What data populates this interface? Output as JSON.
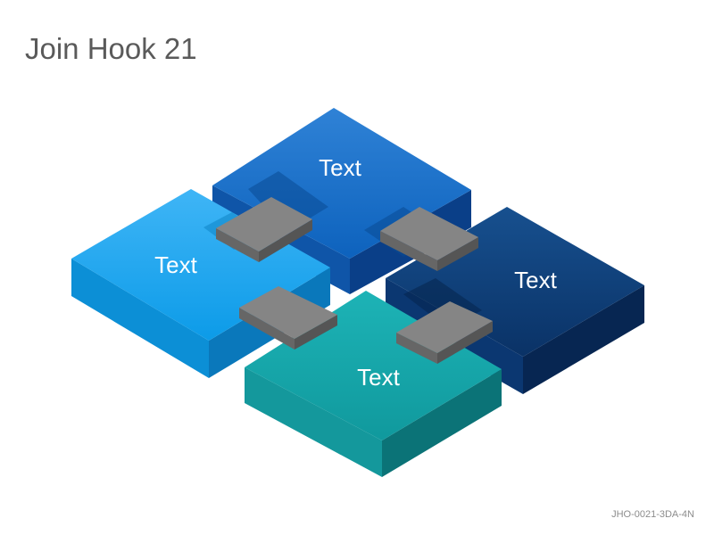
{
  "title": "Join Hook 21",
  "code": "JHO-0021-3DA-4N",
  "pieces": [
    {
      "label": "Text",
      "color": "#1f6fc4"
    },
    {
      "label": "Text",
      "color": "#1fa9f2"
    },
    {
      "label": "Text",
      "color": "#0d3f7d"
    },
    {
      "label": "Text",
      "color": "#17a3a8"
    }
  ],
  "connector_color": "#7a7a7a"
}
